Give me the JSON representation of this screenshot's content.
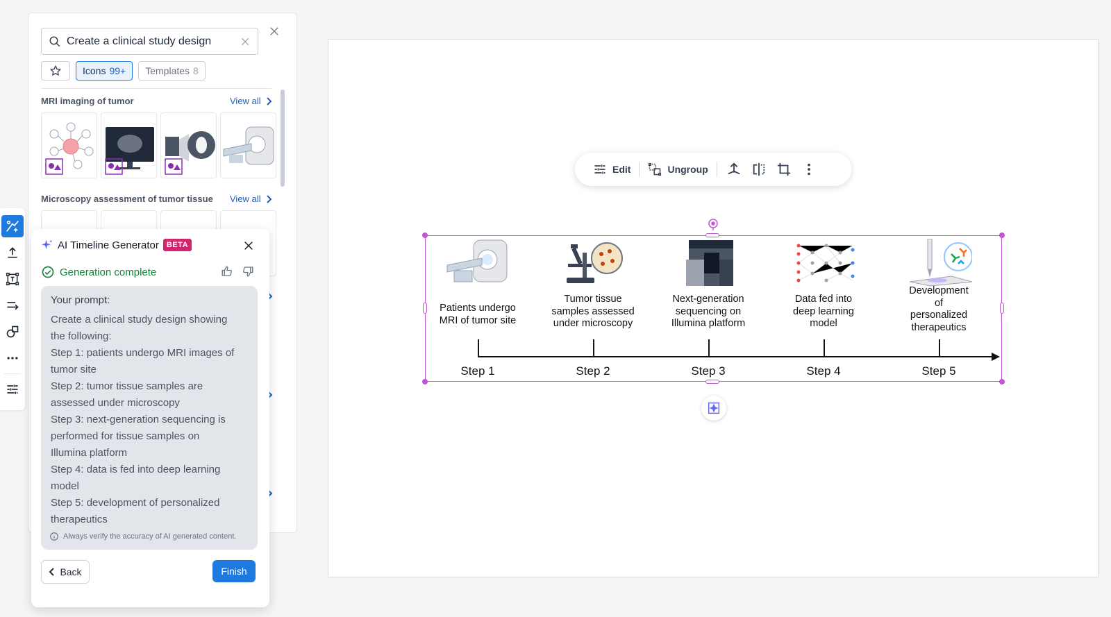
{
  "search": {
    "query": "Create a clinical study design",
    "chips": {
      "icons_label": "Icons",
      "icons_count": "99+",
      "templates_label": "Templates",
      "templates_count": "8"
    },
    "sections": [
      {
        "title": "MRI imaging of tumor",
        "view_all": "View all"
      },
      {
        "title": "Microscopy assessment of tumor tissue",
        "view_all": "View all"
      }
    ]
  },
  "ai_dialog": {
    "title": "AI Timeline Generator",
    "badge": "BETA",
    "status": "Generation complete",
    "prompt_label": "Your prompt:",
    "prompt_lines": [
      "Create a clinical study design showing",
      "the following:",
      "Step 1: patients undergo MRI images of",
      "tumor site",
      "Step 2: tumor tissue samples are",
      "assessed under microscopy",
      "Step 3: next-generation sequencing is",
      "performed for tissue samples on",
      "Illumina platform",
      "Step 4: data is fed into deep learning",
      "model",
      "Step 5: development of personalized",
      "therapeutics"
    ],
    "disclaimer": "Always verify the accuracy of AI generated content.",
    "back_label": "Back",
    "finish_label": "Finish"
  },
  "float_toolbar": {
    "edit_label": "Edit",
    "ungroup_label": "Ungroup"
  },
  "timeline": {
    "steps": [
      {
        "label": "Step 1",
        "desc": [
          "Patients undergo",
          "MRI of tumor site"
        ]
      },
      {
        "label": "Step 2",
        "desc": [
          "Tumor tissue",
          "samples assessed",
          "under microscopy"
        ]
      },
      {
        "label": "Step 3",
        "desc": [
          "Next-generation",
          "sequencing on",
          "Illumina platform"
        ]
      },
      {
        "label": "Step 4",
        "desc": [
          "Data fed into",
          "deep learning",
          "model"
        ]
      },
      {
        "label": "Step 5",
        "desc": [
          "Development",
          "of",
          "personalized",
          "therapeutics"
        ]
      }
    ]
  },
  "colors": {
    "accent": "#1f7ae0",
    "selection": "#c255d6",
    "success": "#16803c",
    "beta": "#d1256e"
  }
}
